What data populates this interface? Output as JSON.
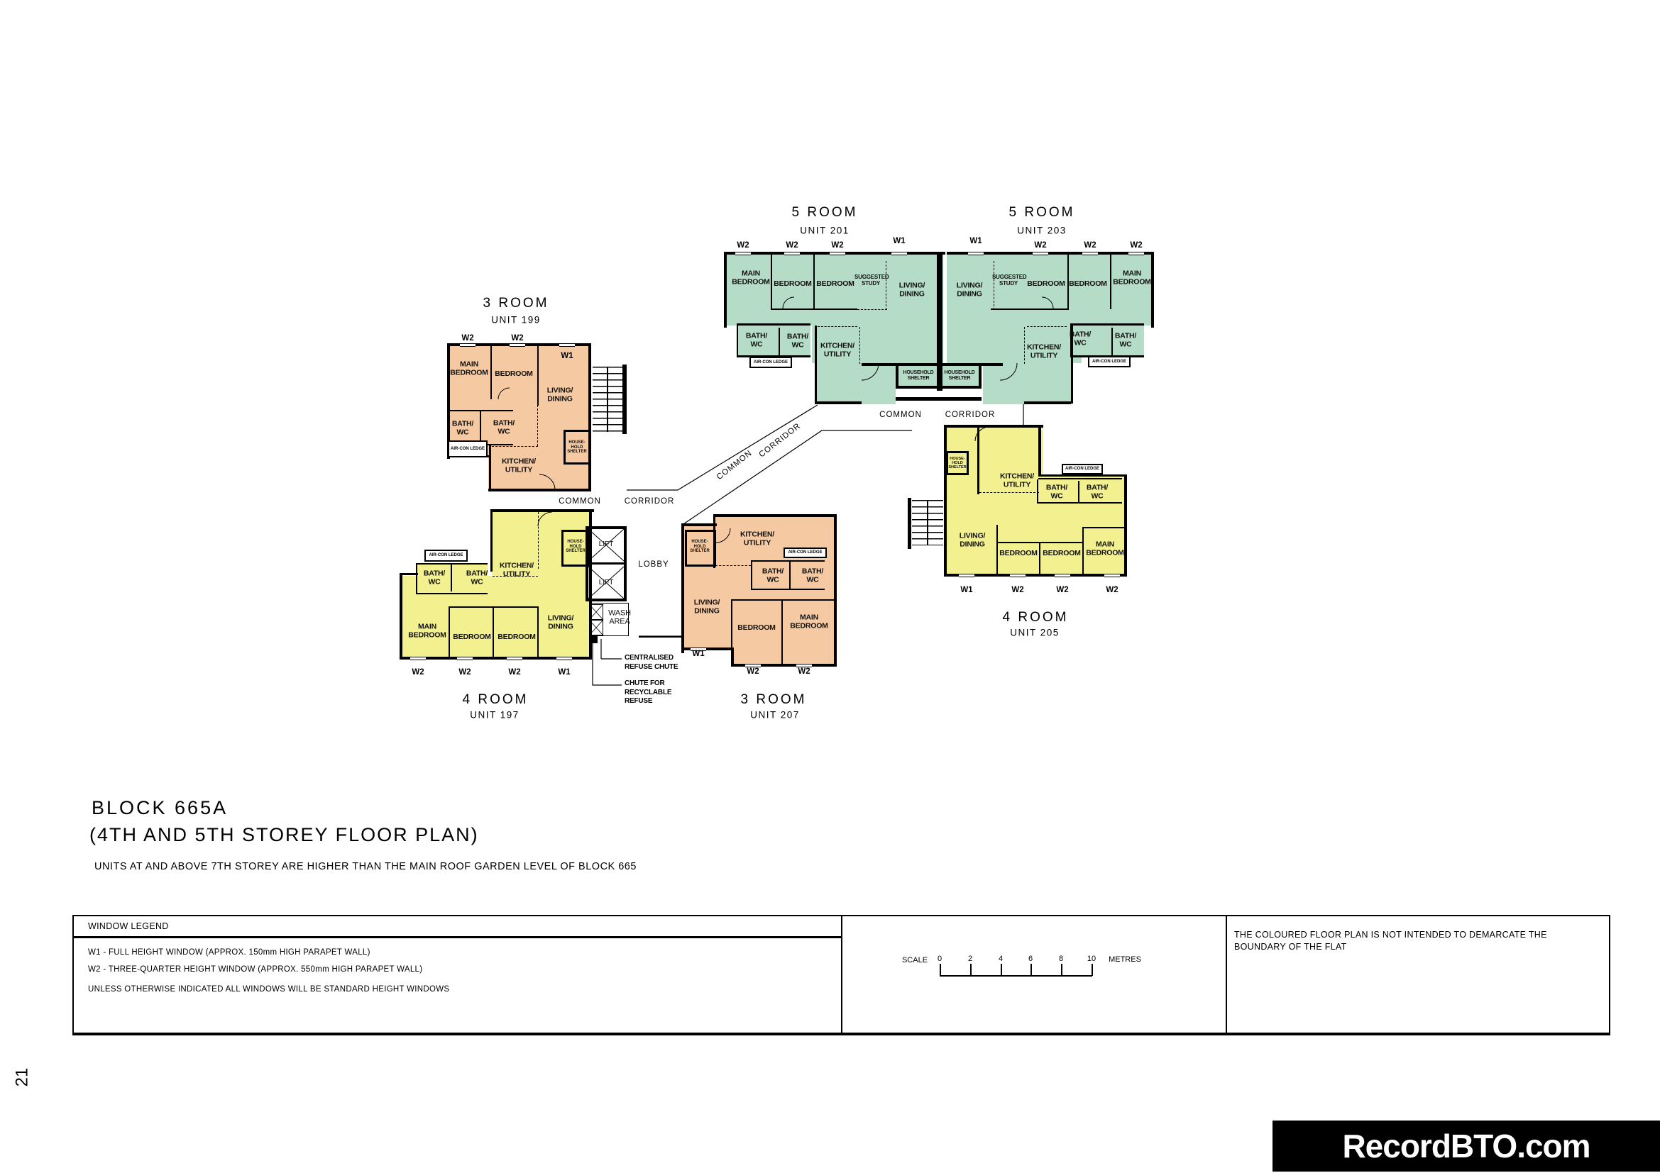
{
  "page_number": "21",
  "heading": {
    "block": "BLOCK 665A",
    "storey": "(4TH AND 5TH STOREY FLOOR PLAN)",
    "note": "UNITS AT AND ABOVE 7TH STOREY ARE HIGHER THAN THE MAIN ROOF GARDEN LEVEL OF BLOCK 665"
  },
  "units": [
    {
      "type": "4 ROOM",
      "label": "UNIT 197"
    },
    {
      "type": "3 ROOM",
      "label": "UNIT 199"
    },
    {
      "type": "5 ROOM",
      "label": "UNIT 201"
    },
    {
      "type": "5 ROOM",
      "label": "UNIT 203"
    },
    {
      "type": "4 ROOM",
      "label": "UNIT 205"
    },
    {
      "type": "3 ROOM",
      "label": "UNIT 207"
    }
  ],
  "rooms": {
    "main_bedroom": "MAIN BEDROOM",
    "bedroom": "BEDROOM",
    "living": "LIVING/ DINING",
    "kitchen": "KITCHEN/ UTILITY",
    "bath": "BATH/ WC",
    "study": "SUGGESTED STUDY",
    "household_shelter": "HOUSEHOLD SHELTER",
    "household_shelter_small": "HOUSE- HOLD SHELTER",
    "aircon": "AIR-CON LEDGE",
    "lift": "LIFT",
    "lobby": "LOBBY",
    "wash": "WASH AREA",
    "common": "COMMON",
    "corridor": "CORRIDOR",
    "centralised_chute": "CENTRALISED REFUSE CHUTE",
    "recyclable_chute": "CHUTE FOR RECYCLABLE REFUSE",
    "w1": "W1",
    "w2": "W2"
  },
  "legend": {
    "title": "WINDOW LEGEND",
    "w1_line": "W1  -  FULL HEIGHT WINDOW (APPROX. 150mm HIGH PARAPET WALL)",
    "w2_line": "W2  -  THREE-QUARTER HEIGHT WINDOW (APPROX. 550mm HIGH PARAPET WALL)",
    "note": "UNLESS OTHERWISE INDICATED ALL WINDOWS WILL BE STANDARD HEIGHT WINDOWS"
  },
  "scale": {
    "label": "SCALE",
    "ticks": [
      "0",
      "2",
      "4",
      "6",
      "8",
      "10"
    ],
    "unit": "METRES"
  },
  "disclaimer": {
    "line1": "THE COLOURED FLOOR PLAN IS NOT INTENDED TO DEMARCATE THE",
    "line2": "BOUNDARY OF THE FLAT"
  },
  "watermark": "RecordBTO.com",
  "colors": {
    "green": "#b5dcc6",
    "salmon": "#f5caa3",
    "yellow": "#f3f08f",
    "wall": "#000000"
  }
}
